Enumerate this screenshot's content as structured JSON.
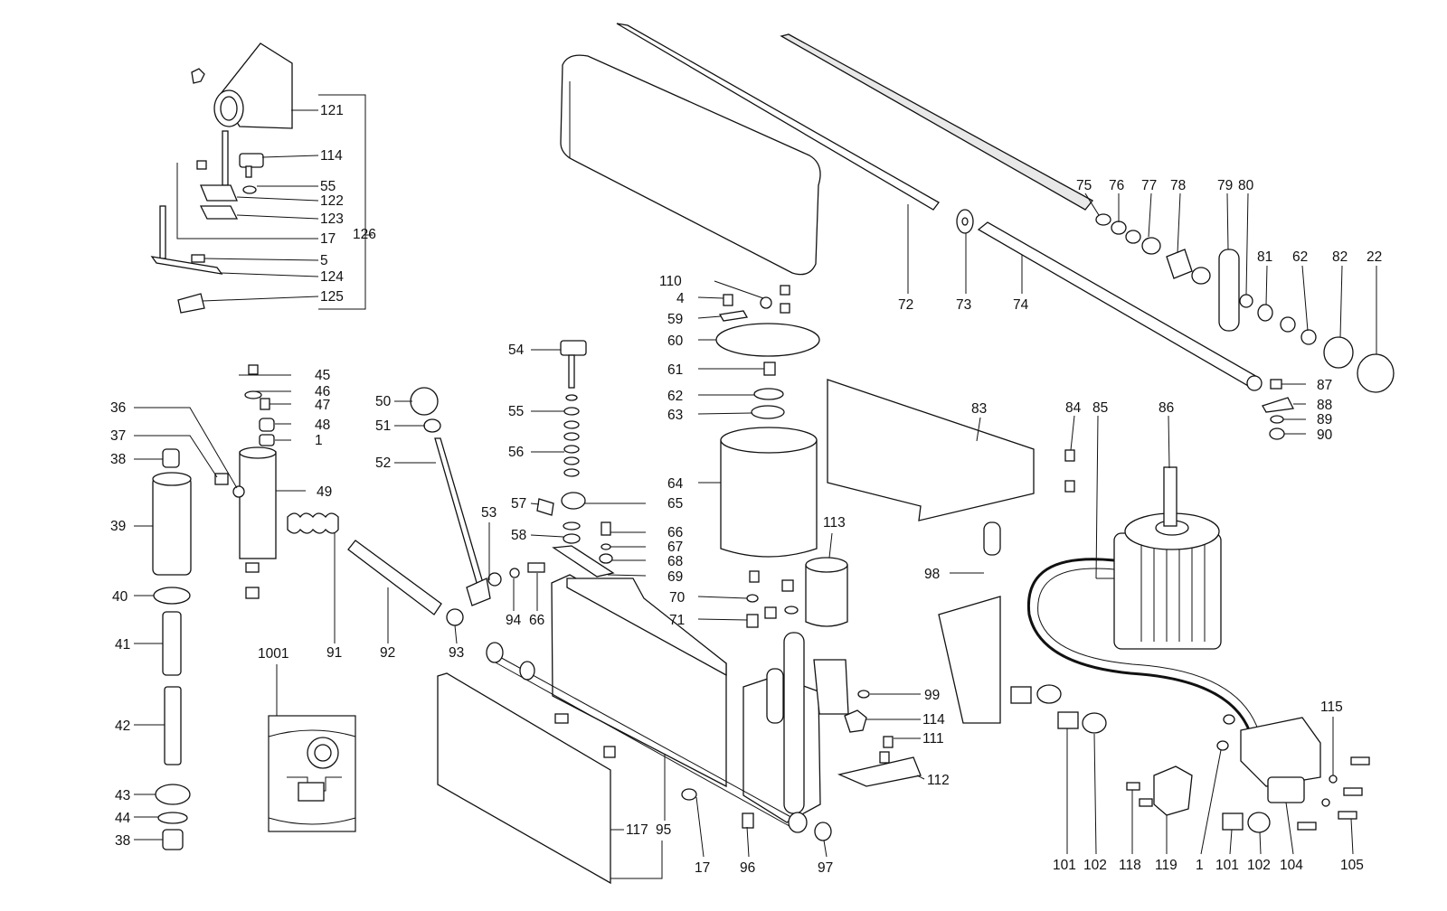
{
  "labels": {
    "l121": "121",
    "l114a": "114",
    "l55a": "55",
    "l122": "122",
    "l123": "123",
    "l17a": "17",
    "l126": "126",
    "l5": "5",
    "l124": "124",
    "l125": "125",
    "l45": "45",
    "l46": "46",
    "l47": "47",
    "l48": "48",
    "l1a": "1",
    "l36": "36",
    "l37": "37",
    "l38a": "38",
    "l39": "39",
    "l49": "49",
    "l40": "40",
    "l41": "41",
    "l42": "42",
    "l43": "43",
    "l44": "44",
    "l38b": "38",
    "l50": "50",
    "l51": "51",
    "l52": "52",
    "l91": "91",
    "l92": "92",
    "l93": "93",
    "l1001": "1001",
    "l54": "54",
    "l55b": "55",
    "l56": "56",
    "l57": "57",
    "l65": "65",
    "l58": "58",
    "l66a": "66",
    "l67": "67",
    "l68": "68",
    "l69": "69",
    "l53": "53",
    "l94": "94",
    "l66b": "66",
    "l110": "110",
    "l4": "4",
    "l59": "59",
    "l60": "60",
    "l61": "61",
    "l62a": "62",
    "l63": "63",
    "l64": "64",
    "l113": "113",
    "l70": "70",
    "l71": "71",
    "l72": "72",
    "l73": "73",
    "l74": "74",
    "l75": "75",
    "l76": "76",
    "l77": "77",
    "l78": "78",
    "l79": "79",
    "l80": "80",
    "l81": "81",
    "l62b": "62",
    "l82": "82",
    "l22": "22",
    "l87": "87",
    "l88": "88",
    "l89": "89",
    "l90": "90",
    "l83": "83",
    "l84": "84",
    "l85": "85",
    "l86": "86",
    "l98": "98",
    "l99": "99",
    "l114b": "114",
    "l111": "111",
    "l112": "112",
    "l117": "117",
    "l95": "95",
    "l17b": "17",
    "l96": "96",
    "l97": "97",
    "l101a": "101",
    "l102a": "102",
    "l118": "118",
    "l119": "119",
    "l1b": "1",
    "l101b": "101",
    "l102b": "102",
    "l104": "104",
    "l115": "115",
    "l105": "105"
  }
}
